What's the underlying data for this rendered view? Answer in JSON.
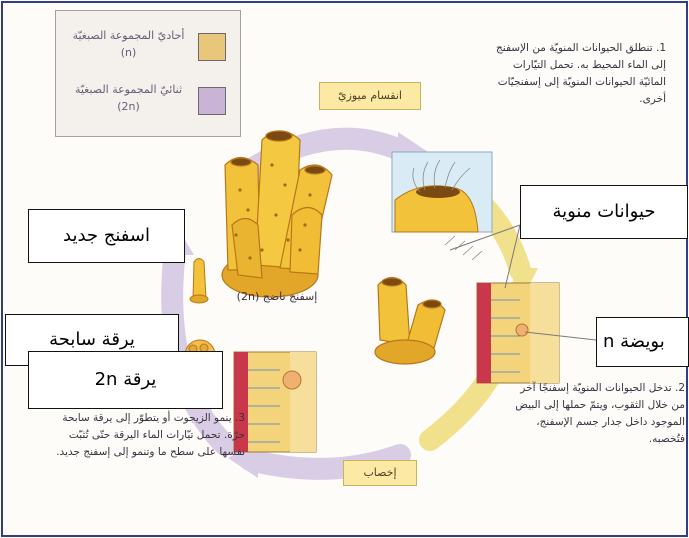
{
  "legend": {
    "haploid_label": "أحاديّ المجموعة الصبغيّة (n)",
    "diploid_label": "ثنائيّ المجموعة الصبغيّة (2n)",
    "haploid_color": "#e8c77a",
    "diploid_color": "#c9b4d6"
  },
  "labels": {
    "meiosis": "انقسام ميوزيّ",
    "fertilization": "إخصاب",
    "adult_sponge": "إسفنج ناضج (2n)"
  },
  "steps": {
    "step1": "1. تنطلق الحيوانات المنويّة من الإسفنج إلى الماء المحيط به. تحمل التيّارات المائيّة الحيوانات المنويّة إلى إسفنجيّات أخرى.",
    "step2": "2. تدخل الحيوانات المنويّة إسفنجًا آخر من خلال الثقوب، ويتمّ حملها إلى البيض الموجود داخل جدار جسم الإسفنج، فتُخصبه.",
    "step3": "3. ينمو الزيجوت أو يتطوّر إلى يرقة سابحة حرّة. تحمل تيّارات الماء اليرقة حتّى تُثبّت نفسها على سطح ما وتنمو إلى إسفنج جديد."
  },
  "callouts": {
    "sperm": "حيوانات منوية",
    "new_sponge": "اسفنج جديد",
    "swimming_larva": "يرقة سابحة",
    "larva_2n": "يرقة 2n",
    "egg_n": "بويضة n"
  },
  "colors": {
    "sponge_body": "#f2c23a",
    "sponge_shadow": "#d89a1e",
    "cycle_arrow": "#d9cde6",
    "tissue_red": "#c8384a",
    "tissue_blue": "#6f8fb5"
  }
}
